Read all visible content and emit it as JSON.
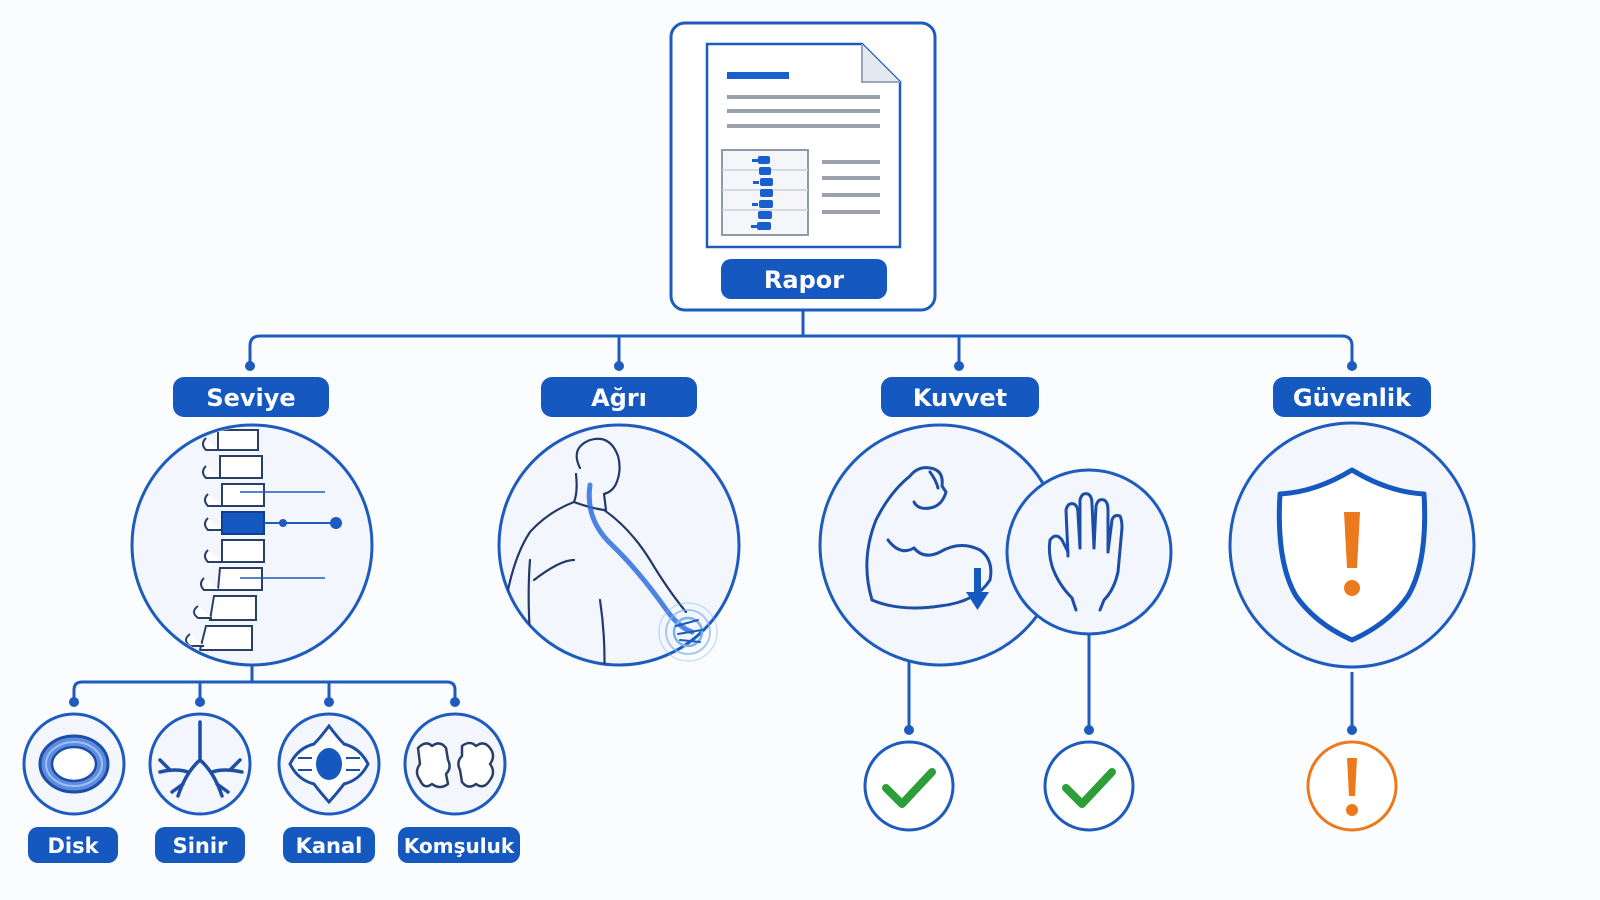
{
  "root": {
    "label": "Rapor"
  },
  "branches": [
    {
      "label": "Seviye"
    },
    {
      "label": "Ağrı"
    },
    {
      "label": "Kuvvet"
    },
    {
      "label": "Güvenlik"
    }
  ],
  "sub_items": [
    {
      "label": "Disk"
    },
    {
      "label": "Sinir"
    },
    {
      "label": "Kanal"
    },
    {
      "label": "Komşuluk"
    }
  ],
  "outcomes": [
    {
      "icon": "check-icon",
      "status": "ok"
    },
    {
      "icon": "check-icon",
      "status": "ok"
    },
    {
      "icon": "exclamation-icon",
      "status": "warning"
    }
  ],
  "colors": {
    "primary": "#1558c0",
    "line": "#1d5bbf",
    "circle_fill": "#f3f6fc",
    "success": "#2e9e3a",
    "warning": "#ec7a1c",
    "background": "#fbfcfe"
  }
}
